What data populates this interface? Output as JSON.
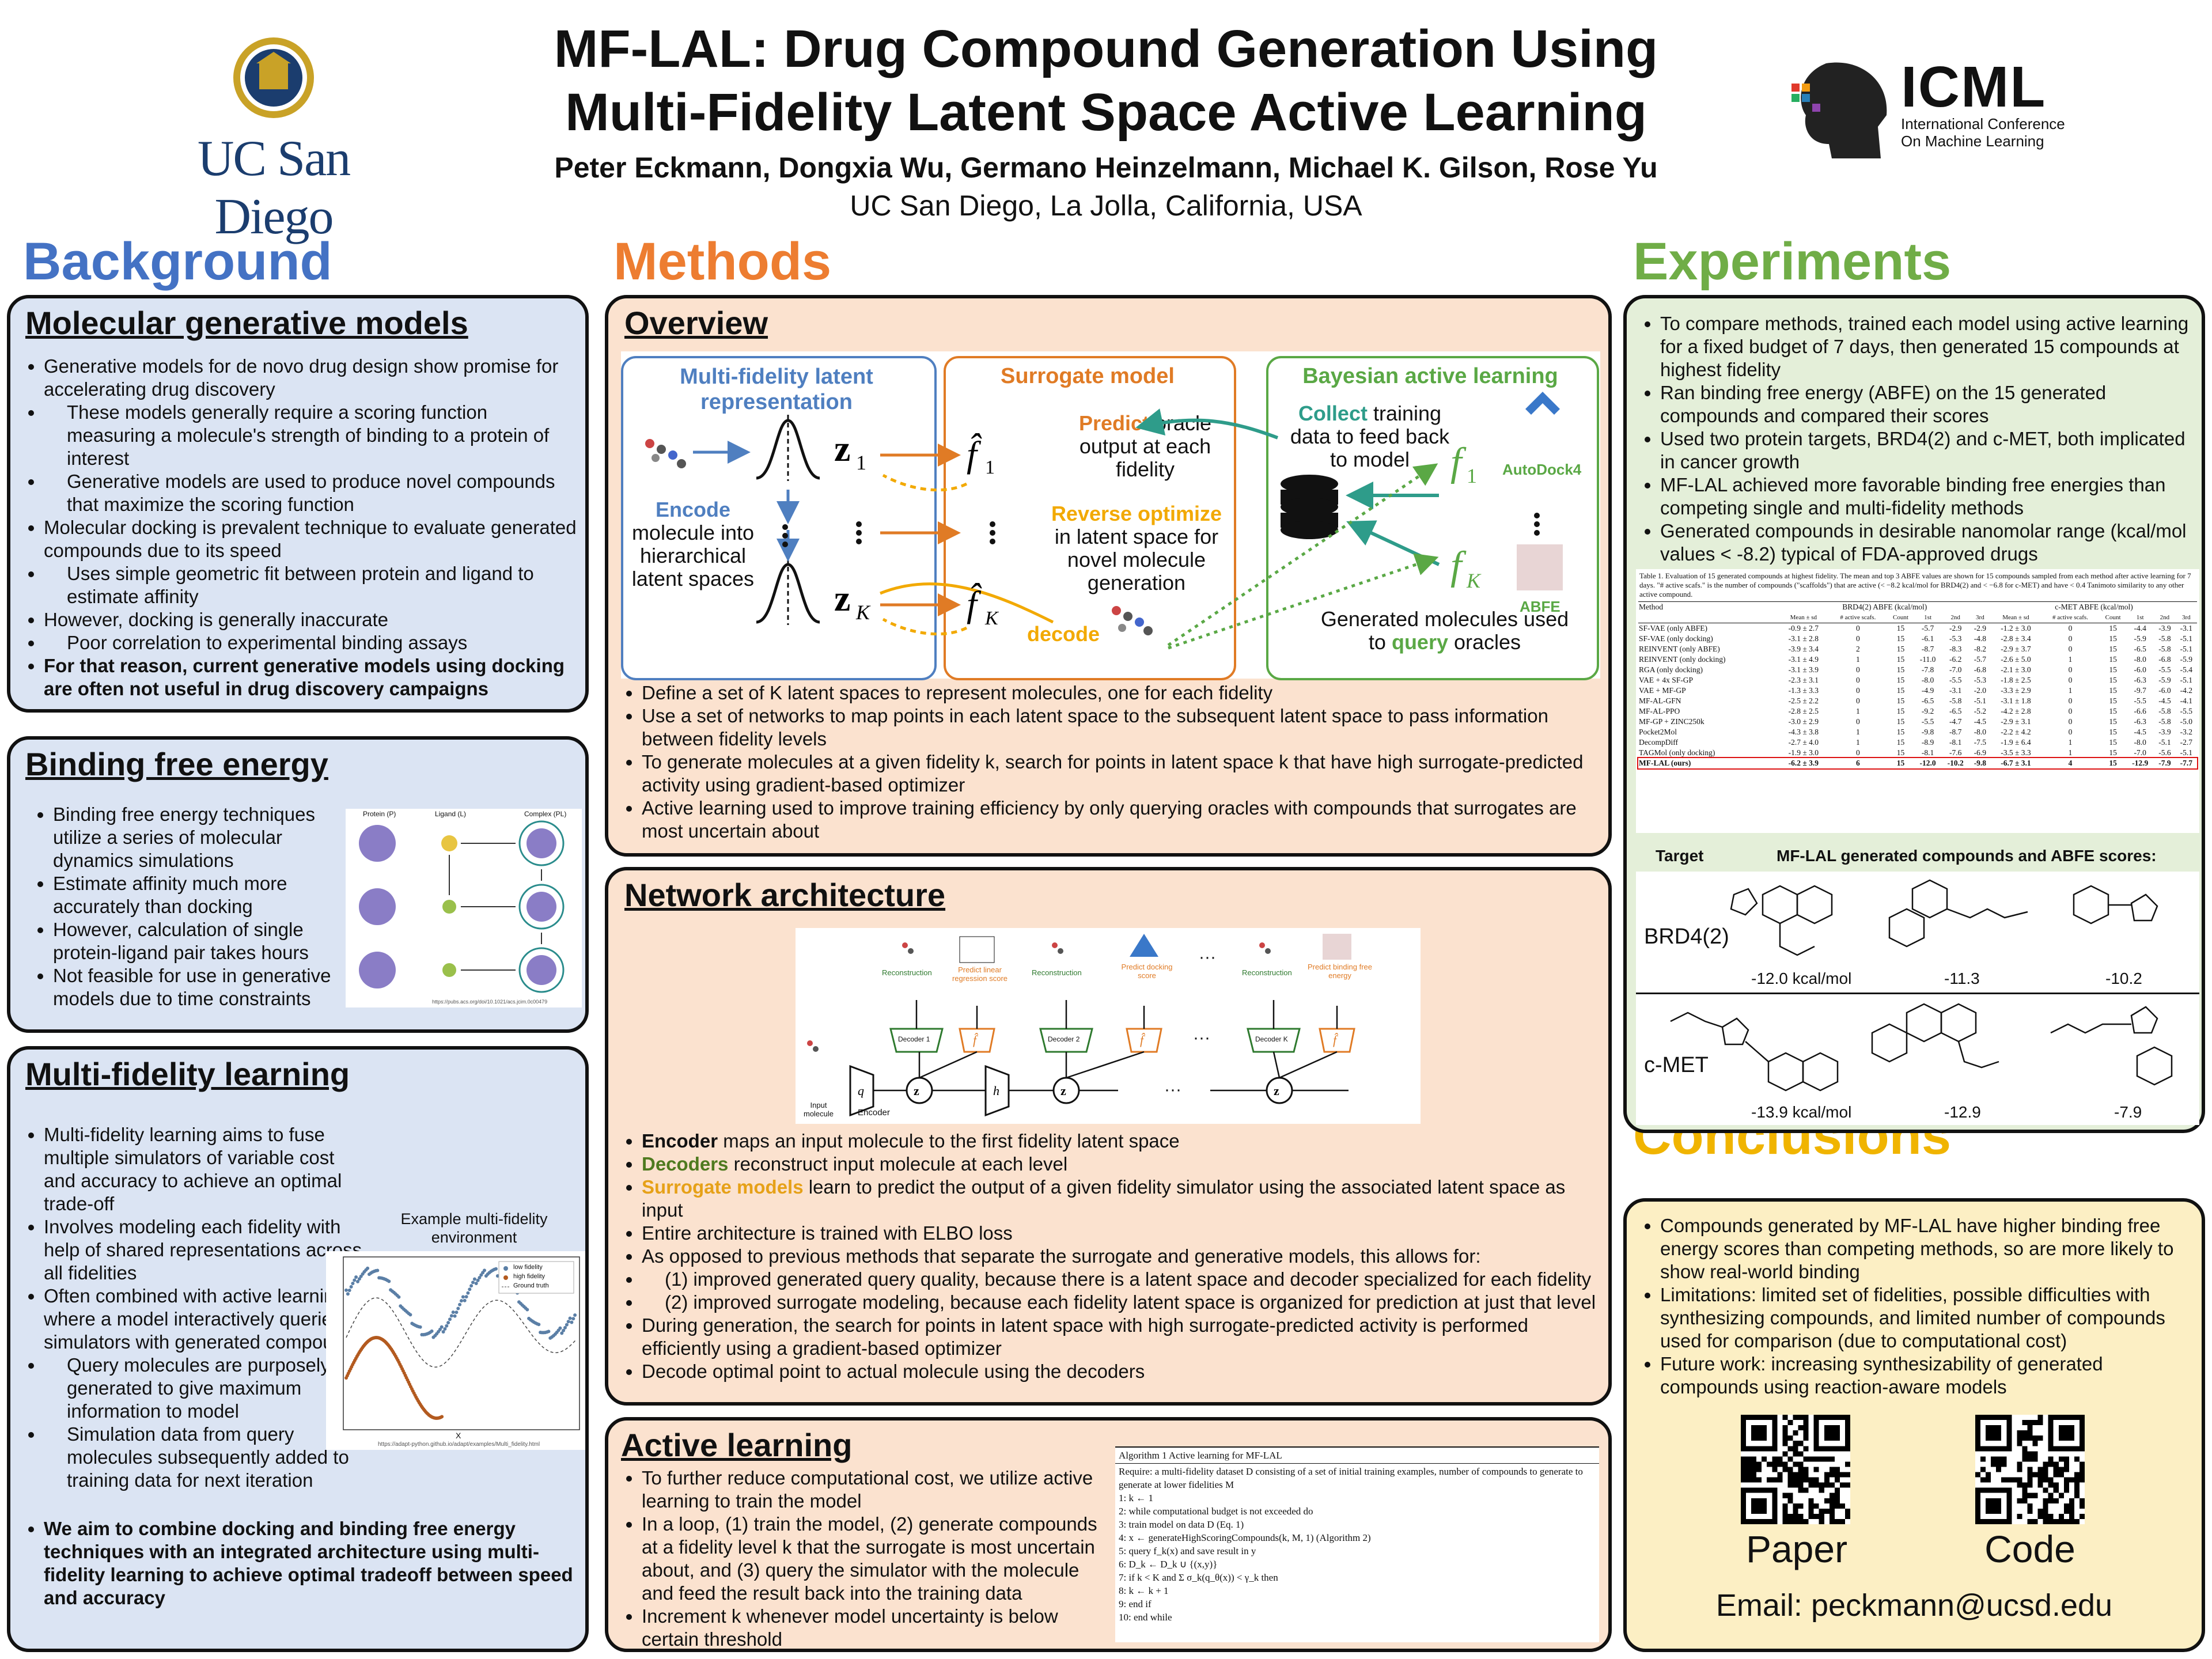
{
  "header": {
    "title_line1": "MF-LAL: Drug Compound Generation Using",
    "title_line2": "Multi-Fidelity Latent Space Active Learning",
    "authors": "Peter Eckmann, Dongxia Wu, Germano Heinzelmann, Michael K. Gilson, Rose Yu",
    "affiliation": "UC San Diego, La Jolla, California, USA",
    "ucsd_logo_text": "UC San Diego",
    "icml_word": "ICML",
    "icml_sub1": "International Conference",
    "icml_sub2": "On Machine Learning"
  },
  "sections": {
    "background": "Background",
    "methods": "Methods",
    "experiments": "Experiments",
    "conclusions": "Conclusions"
  },
  "colors": {
    "background": "#4472c4",
    "methods": "#ed7d31",
    "experiments": "#70ad47",
    "conclusions": "#f0b400"
  },
  "mgm": {
    "title": "Molecular generative models",
    "b1": "Generative models for de novo drug design show promise for accelerating drug discovery",
    "b1a": "These models generally require a scoring function measuring a molecule's strength of binding to a protein of interest",
    "b1b": "Generative models are used to produce novel compounds that maximize the scoring function",
    "b2": "Molecular docking is prevalent technique to evaluate generated compounds due to its speed",
    "b2a": "Uses simple geometric fit between protein and ligand to estimate affinity",
    "b3": "However, docking is generally inaccurate",
    "b3a": "Poor correlation to experimental binding assays",
    "b4": "For that reason, current generative models using docking are often not useful in drug discovery campaigns"
  },
  "bfe": {
    "title": "Binding free energy",
    "b1": "Binding free energy techniques utilize a series of molecular dynamics simulations",
    "b2": "Estimate affinity much more accurately than docking",
    "b3": "However, calculation of single protein-ligand pair takes hours",
    "b4": "Not feasible for use in generative models due to time constraints",
    "fig_credit": "https://pubs.acs.org/doi/10.1021/acs.jcim.0c00479",
    "fig_labels": [
      "Protein (P)",
      "Ligand (L)",
      "Complex (PL)"
    ]
  },
  "mfl": {
    "title": "Multi-fidelity learning",
    "b1": "Multi-fidelity learning aims to fuse multiple simulators of variable cost and accuracy to achieve an optimal trade-off",
    "b2": "Involves modeling each fidelity with help of shared representations across all fidelities",
    "b3": "Often combined with active learning, where a model interactively queries simulators with generated compounds",
    "b3a": "Query molecules are purposely generated to give maximum information to model",
    "b3b": "Simulation data from query molecules subsequently added to training data for next iteration",
    "b4": "We aim to combine docking and binding free energy techniques with an integrated architecture using multi-fidelity learning to achieve optimal tradeoff between speed and accuracy",
    "fig_title": "Example multi-fidelity environment",
    "fig_credit": "https://adapt-python.github.io/adapt/examples/Multi_fidelity.html",
    "legend": [
      "low fidelity",
      "high fidelity",
      "Ground truth"
    ],
    "xlabel": "X"
  },
  "overview": {
    "title": "Overview",
    "box1_title": "Multi-fidelity latent representation",
    "box2_title": "Surrogate model",
    "box3_title": "Bayesian active learning",
    "encode_1": "Encode",
    "encode_2": "molecule into hierarchical latent spaces",
    "predict_1": "Predict",
    "predict_2": "oracle output at each fidelity",
    "reverse_1": "Reverse optimize",
    "reverse_2": "in latent space for novel molecule generation",
    "decode": "decode",
    "collect_1": "Collect",
    "collect_2": "training data to feed back to model",
    "autodock": "AutoDock4",
    "abfe": "ABFE",
    "generated_1": "Generated molecules used to ",
    "generated_2": "query",
    "generated_3": " oracles",
    "b1": "Define a set of K latent spaces to represent molecules, one for each fidelity",
    "b2": "Use a set of networks to map points in each latent space to the subsequent latent space to pass information between fidelity levels",
    "b3": "To generate molecules at a given fidelity k, search for points in latent space k that have high surrogate-predicted activity using gradient-based optimizer",
    "b4": "Active learning used to improve training efficiency by only querying oracles with compounds that surrogates are most uncertain about"
  },
  "network": {
    "title": "Network architecture",
    "reconstruction": "Reconstruction",
    "predict_lin": "Predict linear regression score",
    "predict_dock": "Predict docking score",
    "predict_bfe": "Predict binding free energy",
    "decoder1": "Decoder 1",
    "decoder2": "Decoder 2",
    "decoderK": "Decoder K",
    "encoder": "Encoder",
    "input_mol": "Input molecule",
    "b1_bold": "Encoder",
    "b1": " maps an input molecule to the first fidelity latent space",
    "b2_bold": "Decoders",
    "b2": " reconstruct input molecule at each level",
    "b3_bold": "Surrogate models",
    "b3": " learn to predict the output of a given fidelity simulator using the associated latent space as input",
    "b4": "Entire architecture is trained with ELBO loss",
    "b5": "As opposed to previous methods that separate the surrogate and generative models, this allows for:",
    "b5a": "(1) improved generated query quality, because there is a latent space and decoder specialized for each fidelity",
    "b5b": "(2) improved surrogate modeling, because each fidelity latent space is organized for prediction at just that level",
    "b6": "During generation, the search for points in latent space with high surrogate-predicted activity is performed efficiently using a gradient-based optimizer",
    "b7": "Decode optimal point to actual molecule using the decoders"
  },
  "active": {
    "title": "Active learning",
    "b1": "To further reduce computational cost, we utilize active learning to train the model",
    "b2": "In a loop, (1) train the model, (2) generate compounds at a fidelity level k that the surrogate is most uncertain about, and (3) query the simulator with the molecule and feed the result back into the training data",
    "b3": "Increment k whenever model uncertainty is below certain threshold",
    "alg_title": "Algorithm 1 Active learning for MF-LAL",
    "alg_lines": [
      "Require: a multi-fidelity dataset D consisting of a set of initial training examples, number of compounds to generate to generate at lower fidelities M",
      "1:  k ← 1",
      "2:  while computational budget is not exceeded do",
      "3:     train model on data D (Eq. 1)",
      "4:     x ← generateHighScoringCompounds(k, M, 1) (Algorithm 2)",
      "5:     query f_k(x) and save result in y",
      "6:     D_k ← D_k ∪ {(x,y)}",
      "7:     if k < K and Σ σ_k(q_θ(x)) < γ_k then",
      "8:        k ← k + 1",
      "9:     end if",
      "10: end while"
    ]
  },
  "experiments": {
    "b1": "To compare methods, trained each model using active learning for a fixed budget of 7 days, then generated 15 compounds at highest fidelity",
    "b2": "Ran binding free energy (ABFE) on the 15 generated compounds and compared their scores",
    "b3": "Used two protein targets, BRD4(2) and c-MET, both implicated in cancer growth",
    "b4": "MF-LAL achieved more favorable binding free energies than competing single and multi-fidelity methods",
    "b5": "Generated compounds in desirable nanomolar range (kcal/mol values < -8.2) typical of FDA-approved drugs",
    "table_caption": "Table 1. Evaluation of 15 generated compounds at highest fidelity. The mean and top 3 ABFE values are shown for 15 compounds sampled from each method after active learning for 7 days. \"# active scafs.\" is the number of compounds (\"scaffolds\") that are active (< −8.2 kcal/mol for BRD4(2) and < −6.8 for c-MET) and have < 0.4 Tanimoto similarity to any other active compound.",
    "table_header": [
      "Method",
      "BRD4(2) ABFE (kcal/mol)",
      "c-MET ABFE (kcal/mol)"
    ],
    "table_subheader": [
      "Mean ± sd",
      "# active scafs.",
      "Count",
      "1st",
      "2nd",
      "3rd",
      "Mean ± sd",
      "# active scafs.",
      "Count",
      "1st",
      "2nd",
      "3rd"
    ],
    "table_rows": [
      [
        "SF-VAE (only ABFE)",
        "-0.9 ± 2.7",
        "0",
        "15",
        "-5.7",
        "-2.9",
        "-2.9",
        "-1.2 ± 3.0",
        "0",
        "15",
        "-4.4",
        "-3.9",
        "-3.1"
      ],
      [
        "SF-VAE (only docking)",
        "-3.1 ± 2.8",
        "0",
        "15",
        "-6.1",
        "-5.3",
        "-4.8",
        "-2.8 ± 3.4",
        "0",
        "15",
        "-5.9",
        "-5.8",
        "-5.1"
      ],
      [
        "REINVENT (only ABFE)",
        "-3.9 ± 3.4",
        "2",
        "15",
        "-8.7",
        "-8.3",
        "-8.2",
        "-2.9 ± 3.7",
        "0",
        "15",
        "-6.5",
        "-5.8",
        "-5.1"
      ],
      [
        "REINVENT (only docking)",
        "-3.1 ± 4.9",
        "1",
        "15",
        "-11.0",
        "-6.2",
        "-5.7",
        "-2.6 ± 5.0",
        "1",
        "15",
        "-8.0",
        "-6.8",
        "-5.9"
      ],
      [
        "RGA (only docking)",
        "-3.1 ± 3.9",
        "0",
        "15",
        "-7.8",
        "-7.0",
        "-6.8",
        "-2.1 ± 3.0",
        "0",
        "15",
        "-6.0",
        "-5.5",
        "-5.4"
      ],
      [
        "VAE + 4x SF-GP",
        "-2.3 ± 3.1",
        "0",
        "15",
        "-8.0",
        "-5.5",
        "-5.3",
        "-1.8 ± 2.5",
        "0",
        "15",
        "-6.3",
        "-5.9",
        "-5.1"
      ],
      [
        "VAE + MF-GP",
        "-1.3 ± 3.3",
        "0",
        "15",
        "-4.9",
        "-3.1",
        "-2.0",
        "-3.3 ± 2.9",
        "1",
        "15",
        "-9.7",
        "-6.0",
        "-4.2"
      ],
      [
        "MF-AL-GFN",
        "-2.5 ± 2.2",
        "0",
        "15",
        "-6.5",
        "-5.8",
        "-5.1",
        "-3.1 ± 1.8",
        "0",
        "15",
        "-5.5",
        "-4.5",
        "-4.1"
      ],
      [
        "MF-AL-PPO",
        "-2.8 ± 2.5",
        "1",
        "15",
        "-9.2",
        "-6.5",
        "-5.2",
        "-4.2 ± 2.8",
        "0",
        "15",
        "-6.6",
        "-5.8",
        "-5.5"
      ],
      [
        "MF-GP + ZINC250k",
        "-3.0 ± 2.9",
        "0",
        "15",
        "-5.5",
        "-4.7",
        "-4.5",
        "-2.9 ± 3.1",
        "0",
        "15",
        "-6.3",
        "-5.8",
        "-5.0"
      ],
      [
        "Pocket2Mol",
        "-4.3 ± 3.8",
        "1",
        "15",
        "-9.8",
        "-8.7",
        "-8.0",
        "-2.2 ± 4.2",
        "0",
        "15",
        "-4.5",
        "-3.9",
        "-3.2"
      ],
      [
        "DecompDiff",
        "-2.7 ± 4.0",
        "1",
        "15",
        "-8.9",
        "-8.1",
        "-7.5",
        "-1.9 ± 6.4",
        "1",
        "15",
        "-8.0",
        "-5.1",
        "-2.7"
      ],
      [
        "TAGMol (only docking)",
        "-1.9 ± 3.0",
        "0",
        "15",
        "-8.1",
        "-7.6",
        "-6.9",
        "-3.5 ± 3.3",
        "1",
        "15",
        "-7.0",
        "-5.6",
        "-5.1"
      ]
    ],
    "table_ours": [
      "MF-LAL (ours)",
      "-6.2 ± 3.9",
      "6",
      "15",
      "-12.0",
      "-10.2",
      "-9.8",
      "-6.7 ± 3.1",
      "4",
      "15",
      "-12.9",
      "-7.9",
      "-7.7"
    ],
    "compounds_target": "Target",
    "compounds_title": "MF-LAL generated compounds and ABFE scores:",
    "brd4": "BRD4(2)",
    "cmet": "c-MET",
    "brd4_scores": [
      "-12.0 kcal/mol",
      "-11.3",
      "-10.2"
    ],
    "cmet_scores": [
      "-13.9 kcal/mol",
      "-12.9",
      "-7.9"
    ]
  },
  "conclusions": {
    "b1": "Compounds generated by MF-LAL have higher binding free energy scores than competing methods, so are more likely to show real-world binding",
    "b2": "Limitations: limited set of fidelities, possible difficulties with synthesizing compounds, and limited number of compounds used for comparison (due to computational cost)",
    "b3": "Future work: increasing synthesizability of generated compounds using reaction-aware models",
    "paper": "Paper",
    "code": "Code",
    "email": "Email: peckmann@ucsd.edu"
  }
}
